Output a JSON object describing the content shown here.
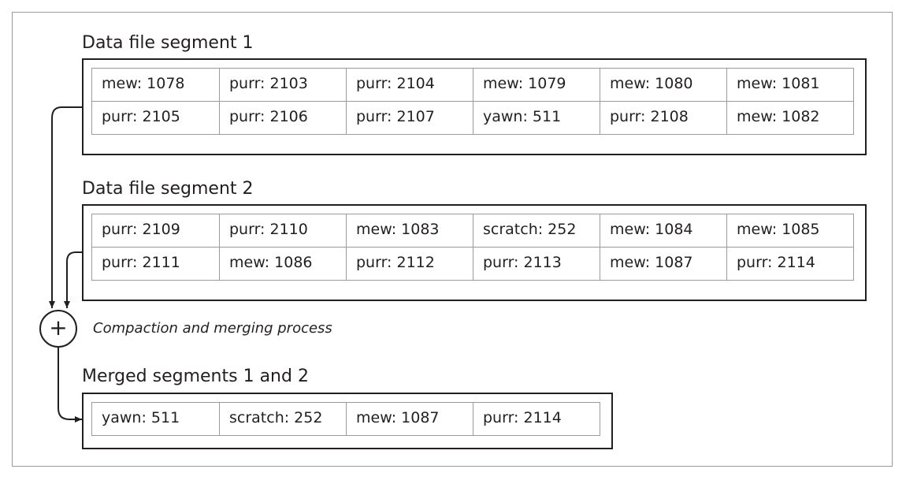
{
  "segments": [
    {
      "title": "Data file segment 1",
      "rows": [
        [
          "mew: 1078",
          "purr: 2103",
          "purr: 2104",
          "mew: 1079",
          "mew: 1080",
          "mew: 1081"
        ],
        [
          "purr: 2105",
          "purr: 2106",
          "purr: 2107",
          "yawn: 511",
          "purr: 2108",
          "mew: 1082"
        ]
      ]
    },
    {
      "title": "Data file segment 2",
      "rows": [
        [
          "purr: 2109",
          "purr: 2110",
          "mew: 1083",
          "scratch: 252",
          "mew: 1084",
          "mew: 1085"
        ],
        [
          "purr: 2111",
          "mew: 1086",
          "purr: 2112",
          "purr: 2113",
          "mew: 1087",
          "purr: 2114"
        ]
      ]
    },
    {
      "title": "Merged segments 1 and 2",
      "rows": [
        [
          "yawn: 511",
          "scratch: 252",
          "mew: 1087",
          "purr: 2114"
        ]
      ]
    }
  ],
  "merge": {
    "symbol": "+",
    "caption": "Compaction and merging process"
  }
}
